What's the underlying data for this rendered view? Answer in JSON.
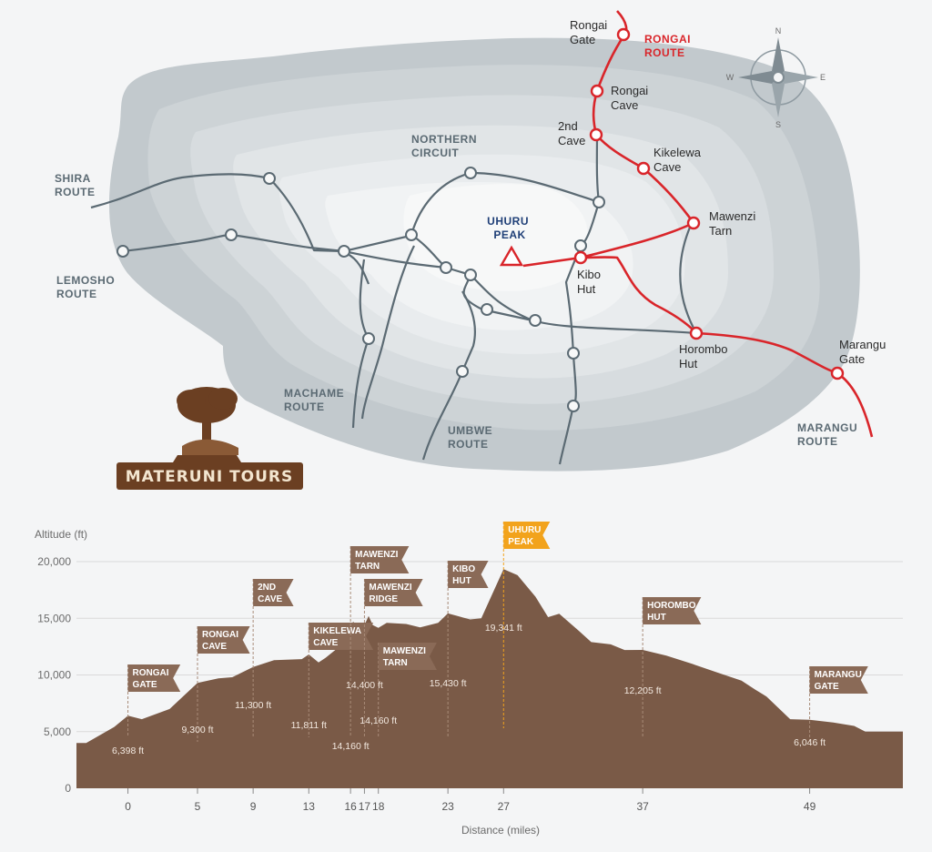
{
  "map": {
    "route_labels": [
      {
        "id": "shira",
        "lines": [
          "SHIRA",
          "ROUTE"
        ]
      },
      {
        "id": "lemosho",
        "lines": [
          "LEMOSHO",
          "ROUTE"
        ]
      },
      {
        "id": "northern",
        "lines": [
          "NORTHERN",
          "CIRCUIT"
        ]
      },
      {
        "id": "machame",
        "lines": [
          "MACHAME",
          "ROUTE"
        ]
      },
      {
        "id": "umbwe",
        "lines": [
          "UMBWE",
          "ROUTE"
        ]
      },
      {
        "id": "marangu",
        "lines": [
          "MARANGU",
          "ROUTE"
        ]
      },
      {
        "id": "rongai",
        "lines": [
          "RONGAI",
          "ROUTE"
        ]
      }
    ],
    "peak_label": [
      "UHURU",
      "PEAK"
    ],
    "stops": [
      {
        "id": "rongai-gate",
        "lines": [
          "Rongai",
          "Gate"
        ]
      },
      {
        "id": "rongai-cave",
        "lines": [
          "Rongai",
          "Cave"
        ]
      },
      {
        "id": "2nd-cave",
        "lines": [
          "2nd",
          "Cave"
        ]
      },
      {
        "id": "kikelewa-cave",
        "lines": [
          "Kikelewa",
          "Cave"
        ]
      },
      {
        "id": "mawenzi-tarn",
        "lines": [
          "Mawenzi",
          "Tarn"
        ]
      },
      {
        "id": "kibo-hut",
        "lines": [
          "Kibo",
          "Hut"
        ]
      },
      {
        "id": "horombo-hut",
        "lines": [
          "Horombo",
          "Hut"
        ]
      },
      {
        "id": "marangu-gate",
        "lines": [
          "Marangu",
          "Gate"
        ]
      }
    ],
    "compass": {
      "n": "N",
      "s": "S",
      "e": "E",
      "w": "W"
    },
    "logo_text": "MATERUNI TOURS",
    "colors": {
      "rongai_route": "#d9252a",
      "other_routes": "#5b6a73",
      "peak": "#1f3f77"
    }
  },
  "chart_data": {
    "type": "area",
    "xlabel": "Distance (miles)",
    "ylabel": "Altitude (ft)",
    "xlim": [
      -3.7,
      55.7
    ],
    "ylim": [
      0,
      20000
    ],
    "y_ticks": [
      "0",
      "5,000",
      "10,000",
      "15,000",
      "20,000"
    ],
    "y_tick_values": [
      0,
      5000,
      10000,
      15000,
      20000
    ],
    "x_ticks": [
      {
        "label": "0",
        "value": 0
      },
      {
        "label": "5",
        "value": 5
      },
      {
        "label": "9",
        "value": 9
      },
      {
        "label": "13",
        "value": 13
      },
      {
        "label": "16",
        "value": 16
      },
      {
        "label": "17",
        "value": 17
      },
      {
        "label": "18",
        "value": 18
      },
      {
        "label": "23",
        "value": 23
      },
      {
        "label": "27",
        "value": 27
      },
      {
        "label": "37",
        "value": 37
      },
      {
        "label": "49",
        "value": 49
      }
    ],
    "profile": [
      [
        -3.0,
        4000
      ],
      [
        -1.0,
        5400
      ],
      [
        0.0,
        6398
      ],
      [
        1.0,
        6100
      ],
      [
        3.0,
        7000
      ],
      [
        5.0,
        9300
      ],
      [
        6.5,
        9700
      ],
      [
        7.5,
        9800
      ],
      [
        9.0,
        10700
      ],
      [
        10.5,
        11300
      ],
      [
        12.5,
        11400
      ],
      [
        13.0,
        11811
      ],
      [
        13.7,
        11100
      ],
      [
        14.2,
        11500
      ],
      [
        14.9,
        12200
      ],
      [
        16.0,
        14400
      ],
      [
        16.2,
        14700
      ],
      [
        16.5,
        14160
      ],
      [
        17.0,
        14400
      ],
      [
        17.3,
        15200
      ],
      [
        17.6,
        14400
      ],
      [
        18.0,
        14160
      ],
      [
        18.6,
        14600
      ],
      [
        20.0,
        14500
      ],
      [
        21.0,
        14200
      ],
      [
        22.3,
        14600
      ],
      [
        23.0,
        15430
      ],
      [
        23.7,
        15200
      ],
      [
        24.6,
        14900
      ],
      [
        25.4,
        15000
      ],
      [
        27.0,
        19341
      ],
      [
        28.0,
        18800
      ],
      [
        29.3,
        16900
      ],
      [
        30.2,
        15100
      ],
      [
        31.0,
        15400
      ],
      [
        32.4,
        13900
      ],
      [
        33.3,
        12900
      ],
      [
        34.7,
        12700
      ],
      [
        35.7,
        12200
      ],
      [
        37.0,
        12205
      ],
      [
        38.7,
        11700
      ],
      [
        40.5,
        11000
      ],
      [
        42.4,
        10200
      ],
      [
        44.1,
        9500
      ],
      [
        45.1,
        8700
      ],
      [
        45.9,
        8100
      ],
      [
        47.6,
        6100
      ],
      [
        49.0,
        6046
      ],
      [
        50.7,
        5800
      ],
      [
        52.2,
        5500
      ],
      [
        53.0,
        5000
      ]
    ],
    "flags": [
      {
        "lines": [
          "RONGAI",
          "GATE"
        ],
        "x": 0,
        "highlight": false
      },
      {
        "lines": [
          "RONGAI",
          "CAVE"
        ],
        "x": 5,
        "highlight": false
      },
      {
        "lines": [
          "2ND",
          "CAVE"
        ],
        "x": 9,
        "highlight": false
      },
      {
        "lines": [
          "KIKELEWA",
          "CAVE"
        ],
        "x": 13,
        "highlight": false
      },
      {
        "lines": [
          "MAWENZI",
          "TARN"
        ],
        "x": 16,
        "highlight": false
      },
      {
        "lines": [
          "MAWENZI",
          "RIDGE"
        ],
        "x": 17,
        "highlight": false
      },
      {
        "lines": [
          "MAWENZI",
          "TARN"
        ],
        "x": 18,
        "highlight": false
      },
      {
        "lines": [
          "KIBO",
          "HUT"
        ],
        "x": 23,
        "highlight": false
      },
      {
        "lines": [
          "UHURU",
          "PEAK"
        ],
        "x": 27,
        "highlight": true
      },
      {
        "lines": [
          "HOROMBO",
          "HUT"
        ],
        "x": 37,
        "highlight": false
      },
      {
        "lines": [
          "MARANGU",
          "GATE"
        ],
        "x": 49,
        "highlight": false
      }
    ],
    "elevation_labels": [
      {
        "text": "6,398 ft",
        "x": 0
      },
      {
        "text": "9,300 ft",
        "x": 5
      },
      {
        "text": "11,300 ft",
        "x": 9
      },
      {
        "text": "11,811 ft",
        "x": 13
      },
      {
        "text": "14,160 ft",
        "x": 16
      },
      {
        "text": "14,400 ft",
        "x": 17
      },
      {
        "text": "14,160 ft",
        "x": 18
      },
      {
        "text": "15,430 ft",
        "x": 23
      },
      {
        "text": "19,341 ft",
        "x": 27
      },
      {
        "text": "12,205 ft",
        "x": 37
      },
      {
        "text": "6,046 ft",
        "x": 49
      }
    ],
    "grid": true,
    "colors": {
      "fill": "#7a5a47",
      "flag": "#8a6a57",
      "flag_highlight": "#f2a31c"
    }
  }
}
